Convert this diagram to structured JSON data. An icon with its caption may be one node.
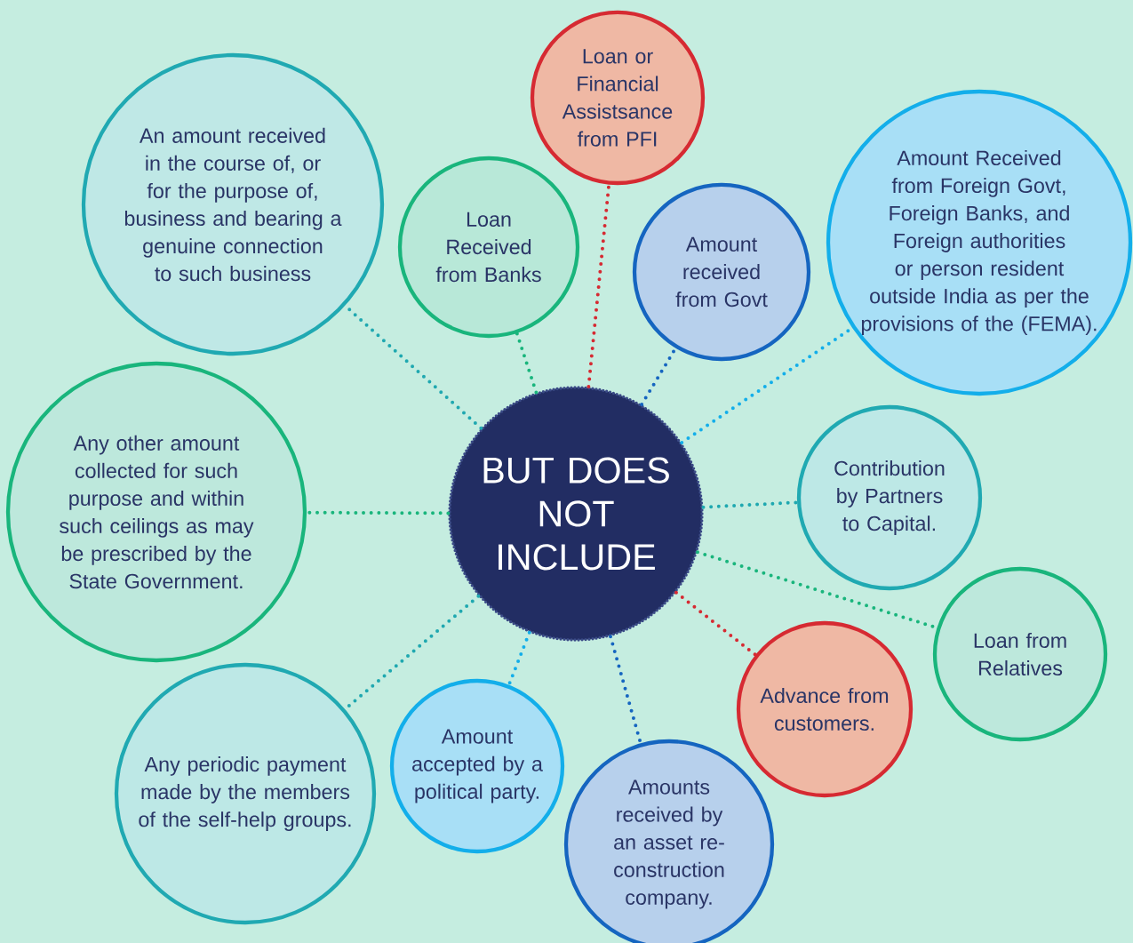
{
  "diagram": {
    "nodes": [
      {
        "text": [
          "BUT DOES NOT INCLUDE"
        ]
      },
      {
        "text": [
          "An amount received in the course of, or for the purpose of, business and bearing a genuine connection to such business"
        ]
      },
      {
        "text": [
          "Loan Received from Banks"
        ]
      },
      {
        "text": [
          "Loan or Financial Assistsance from PFI"
        ]
      },
      {
        "text": [
          "Amount received from Govt"
        ]
      },
      {
        "text": [
          "Amount Received from Foreign Govt, Foreign Banks, and Foreign authorities or person resident outside India as per the provisions of the  (FEMA)."
        ]
      },
      {
        "text": [
          "Any other amount collected for such purpose and within such ceilings as may be prescribed by the State Government."
        ]
      },
      {
        "text": [
          "Contribution by Partners to Capital."
        ]
      },
      {
        "text": [
          "Any periodic payment made by the members of the self-help groups."
        ]
      },
      {
        "text": [
          "Amount accepted by a political party."
        ]
      },
      {
        "text": [
          "Amounts received by an asset re-construction company."
        ]
      },
      {
        "text": [
          "Advance from customers."
        ]
      },
      {
        "text": [
          "Loan from Relatives"
        ]
      }
    ],
    "edges": [
      {
        "from": 0,
        "to": 1,
        "arrow": "none",
        "color": "#1fa8b0"
      },
      {
        "from": 0,
        "to": 2,
        "arrow": "none",
        "color": "#19b57c"
      },
      {
        "from": 0,
        "to": 3,
        "arrow": "none",
        "color": "#d62a32"
      },
      {
        "from": 0,
        "to": 4,
        "arrow": "none",
        "color": "#1565c0"
      },
      {
        "from": 0,
        "to": 5,
        "arrow": "none",
        "color": "#13aeea"
      },
      {
        "from": 0,
        "to": 6,
        "arrow": "none",
        "color": "#19b57c"
      },
      {
        "from": 0,
        "to": 7,
        "arrow": "none",
        "color": "#1fa8b0"
      },
      {
        "from": 0,
        "to": 8,
        "arrow": "none",
        "color": "#1fa8b0"
      },
      {
        "from": 0,
        "to": 9,
        "arrow": "none",
        "color": "#13aeea"
      },
      {
        "from": 0,
        "to": 10,
        "arrow": "none",
        "color": "#1565c0"
      },
      {
        "from": 0,
        "to": 11,
        "arrow": "none",
        "color": "#d62a32"
      },
      {
        "from": 0,
        "to": 12,
        "arrow": "none",
        "color": "#19b57c"
      }
    ]
  }
}
